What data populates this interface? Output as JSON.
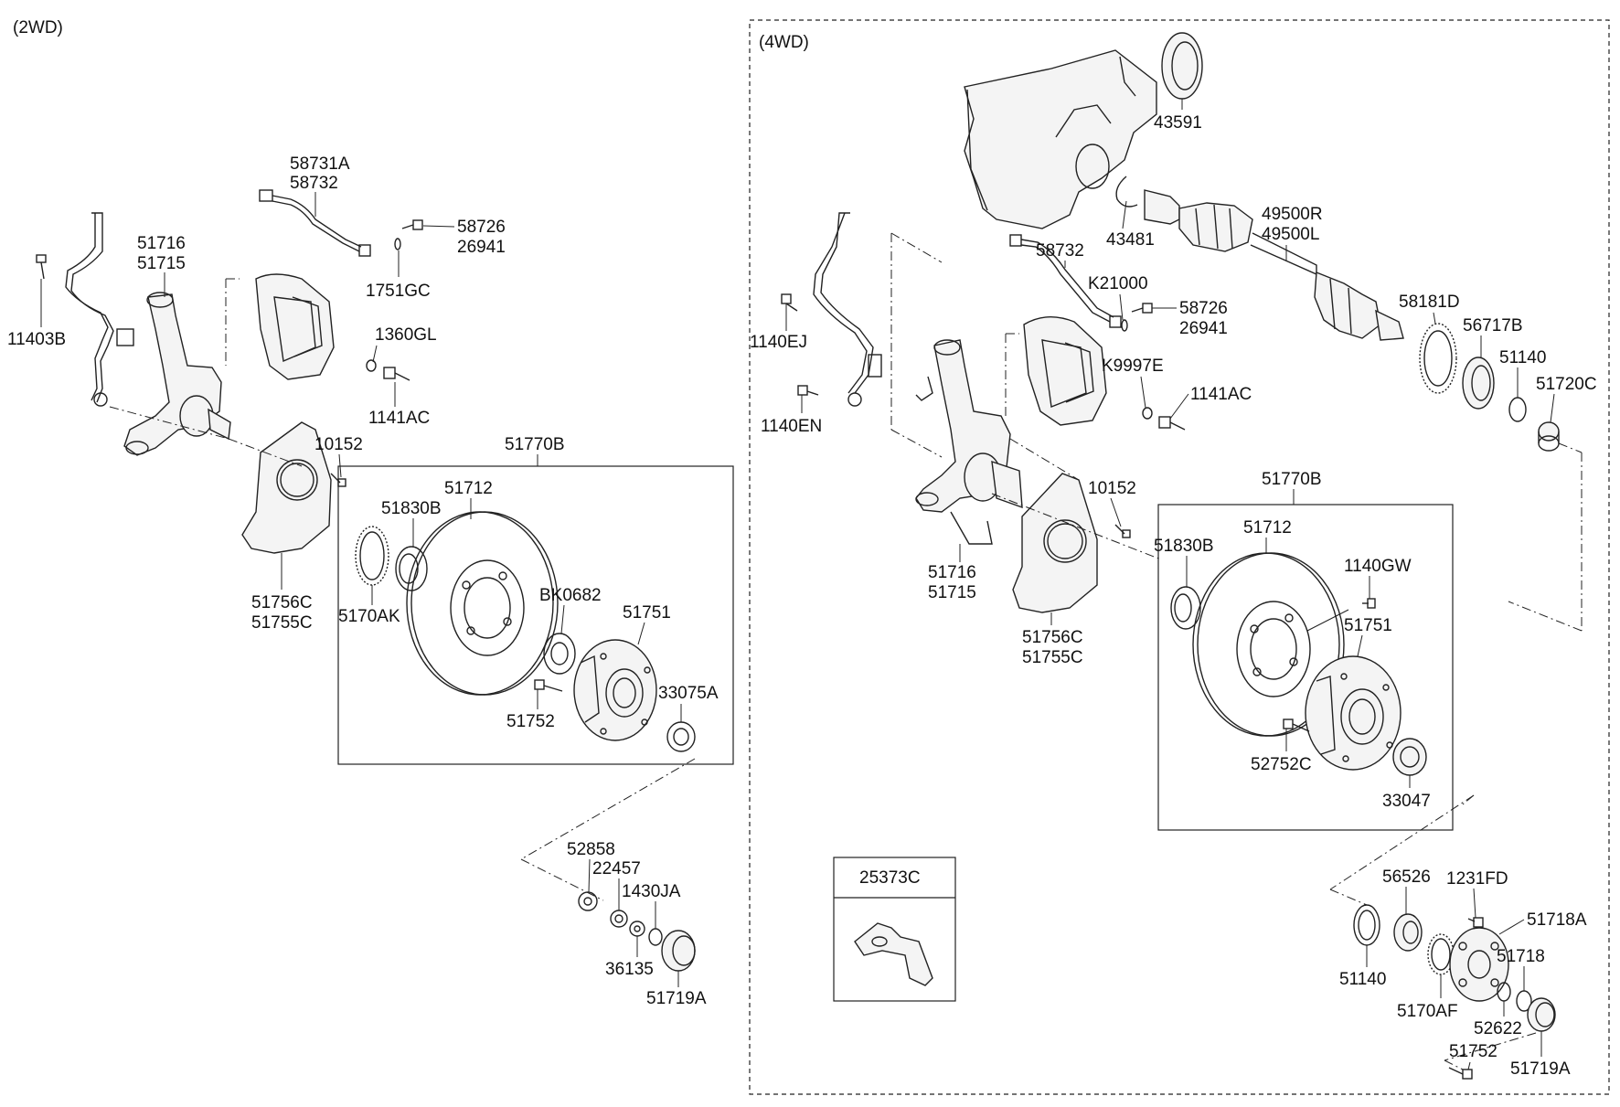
{
  "sections": {
    "left_title": "(2WD)",
    "right_title": "(4WD)"
  },
  "left_callouts": {
    "c58731A": "58731A",
    "c58732": "58732",
    "c58726": "58726",
    "c26941": "26941",
    "c51716": "51716",
    "c51715": "51715",
    "c1751GC": "1751GC",
    "c11403B": "11403B",
    "c1360GL": "1360GL",
    "c1141AC": "1141AC",
    "c10152": "10152",
    "c51770B": "51770B",
    "c51712": "51712",
    "c51830B": "51830B",
    "c51756C": "51756C",
    "c51755C": "51755C",
    "c5170AK": "5170AK",
    "cBK0682": "BK0682",
    "c51751": "51751",
    "c33075A": "33075A",
    "c51752": "51752",
    "c52858": "52858",
    "c22457": "22457",
    "c1430JA": "1430JA",
    "c36135": "36135",
    "c51719A": "51719A"
  },
  "right_callouts": {
    "c43591": "43591",
    "c43481": "43481",
    "c49500R": "49500R",
    "c49500L": "49500L",
    "c58732": "58732",
    "cK21000": "K21000",
    "c58726": "58726",
    "c26941": "26941",
    "c58181D": "58181D",
    "c56717B": "56717B",
    "c51140a": "51140",
    "c51720C": "51720C",
    "c1140EJ": "1140EJ",
    "c1140EN": "1140EN",
    "cK9997E": "K9997E",
    "c1141AC": "1141AC",
    "c10152": "10152",
    "c51770B": "51770B",
    "c51716": "51716",
    "c51715": "51715",
    "c51830B": "51830B",
    "c51712": "51712",
    "c1140GW": "1140GW",
    "c51751": "51751",
    "c51756C": "51756C",
    "c51755C": "51755C",
    "c52752C": "52752C",
    "c33047": "33047",
    "c25373C": "25373C",
    "c56526": "56526",
    "c1231FD": "1231FD",
    "c51718A": "51718A",
    "c51718": "51718",
    "c51140b": "51140",
    "c5170AF": "5170AF",
    "c52622": "52622",
    "c51752": "51752",
    "c51719A": "51719A"
  },
  "icons": [
    "steering-knuckle",
    "brake-caliper",
    "brake-hose",
    "abs-sensor",
    "dust-shield",
    "brake-disc",
    "wheel-hub",
    "bearing",
    "seal",
    "transfer-case",
    "drive-shaft",
    "bracket"
  ]
}
